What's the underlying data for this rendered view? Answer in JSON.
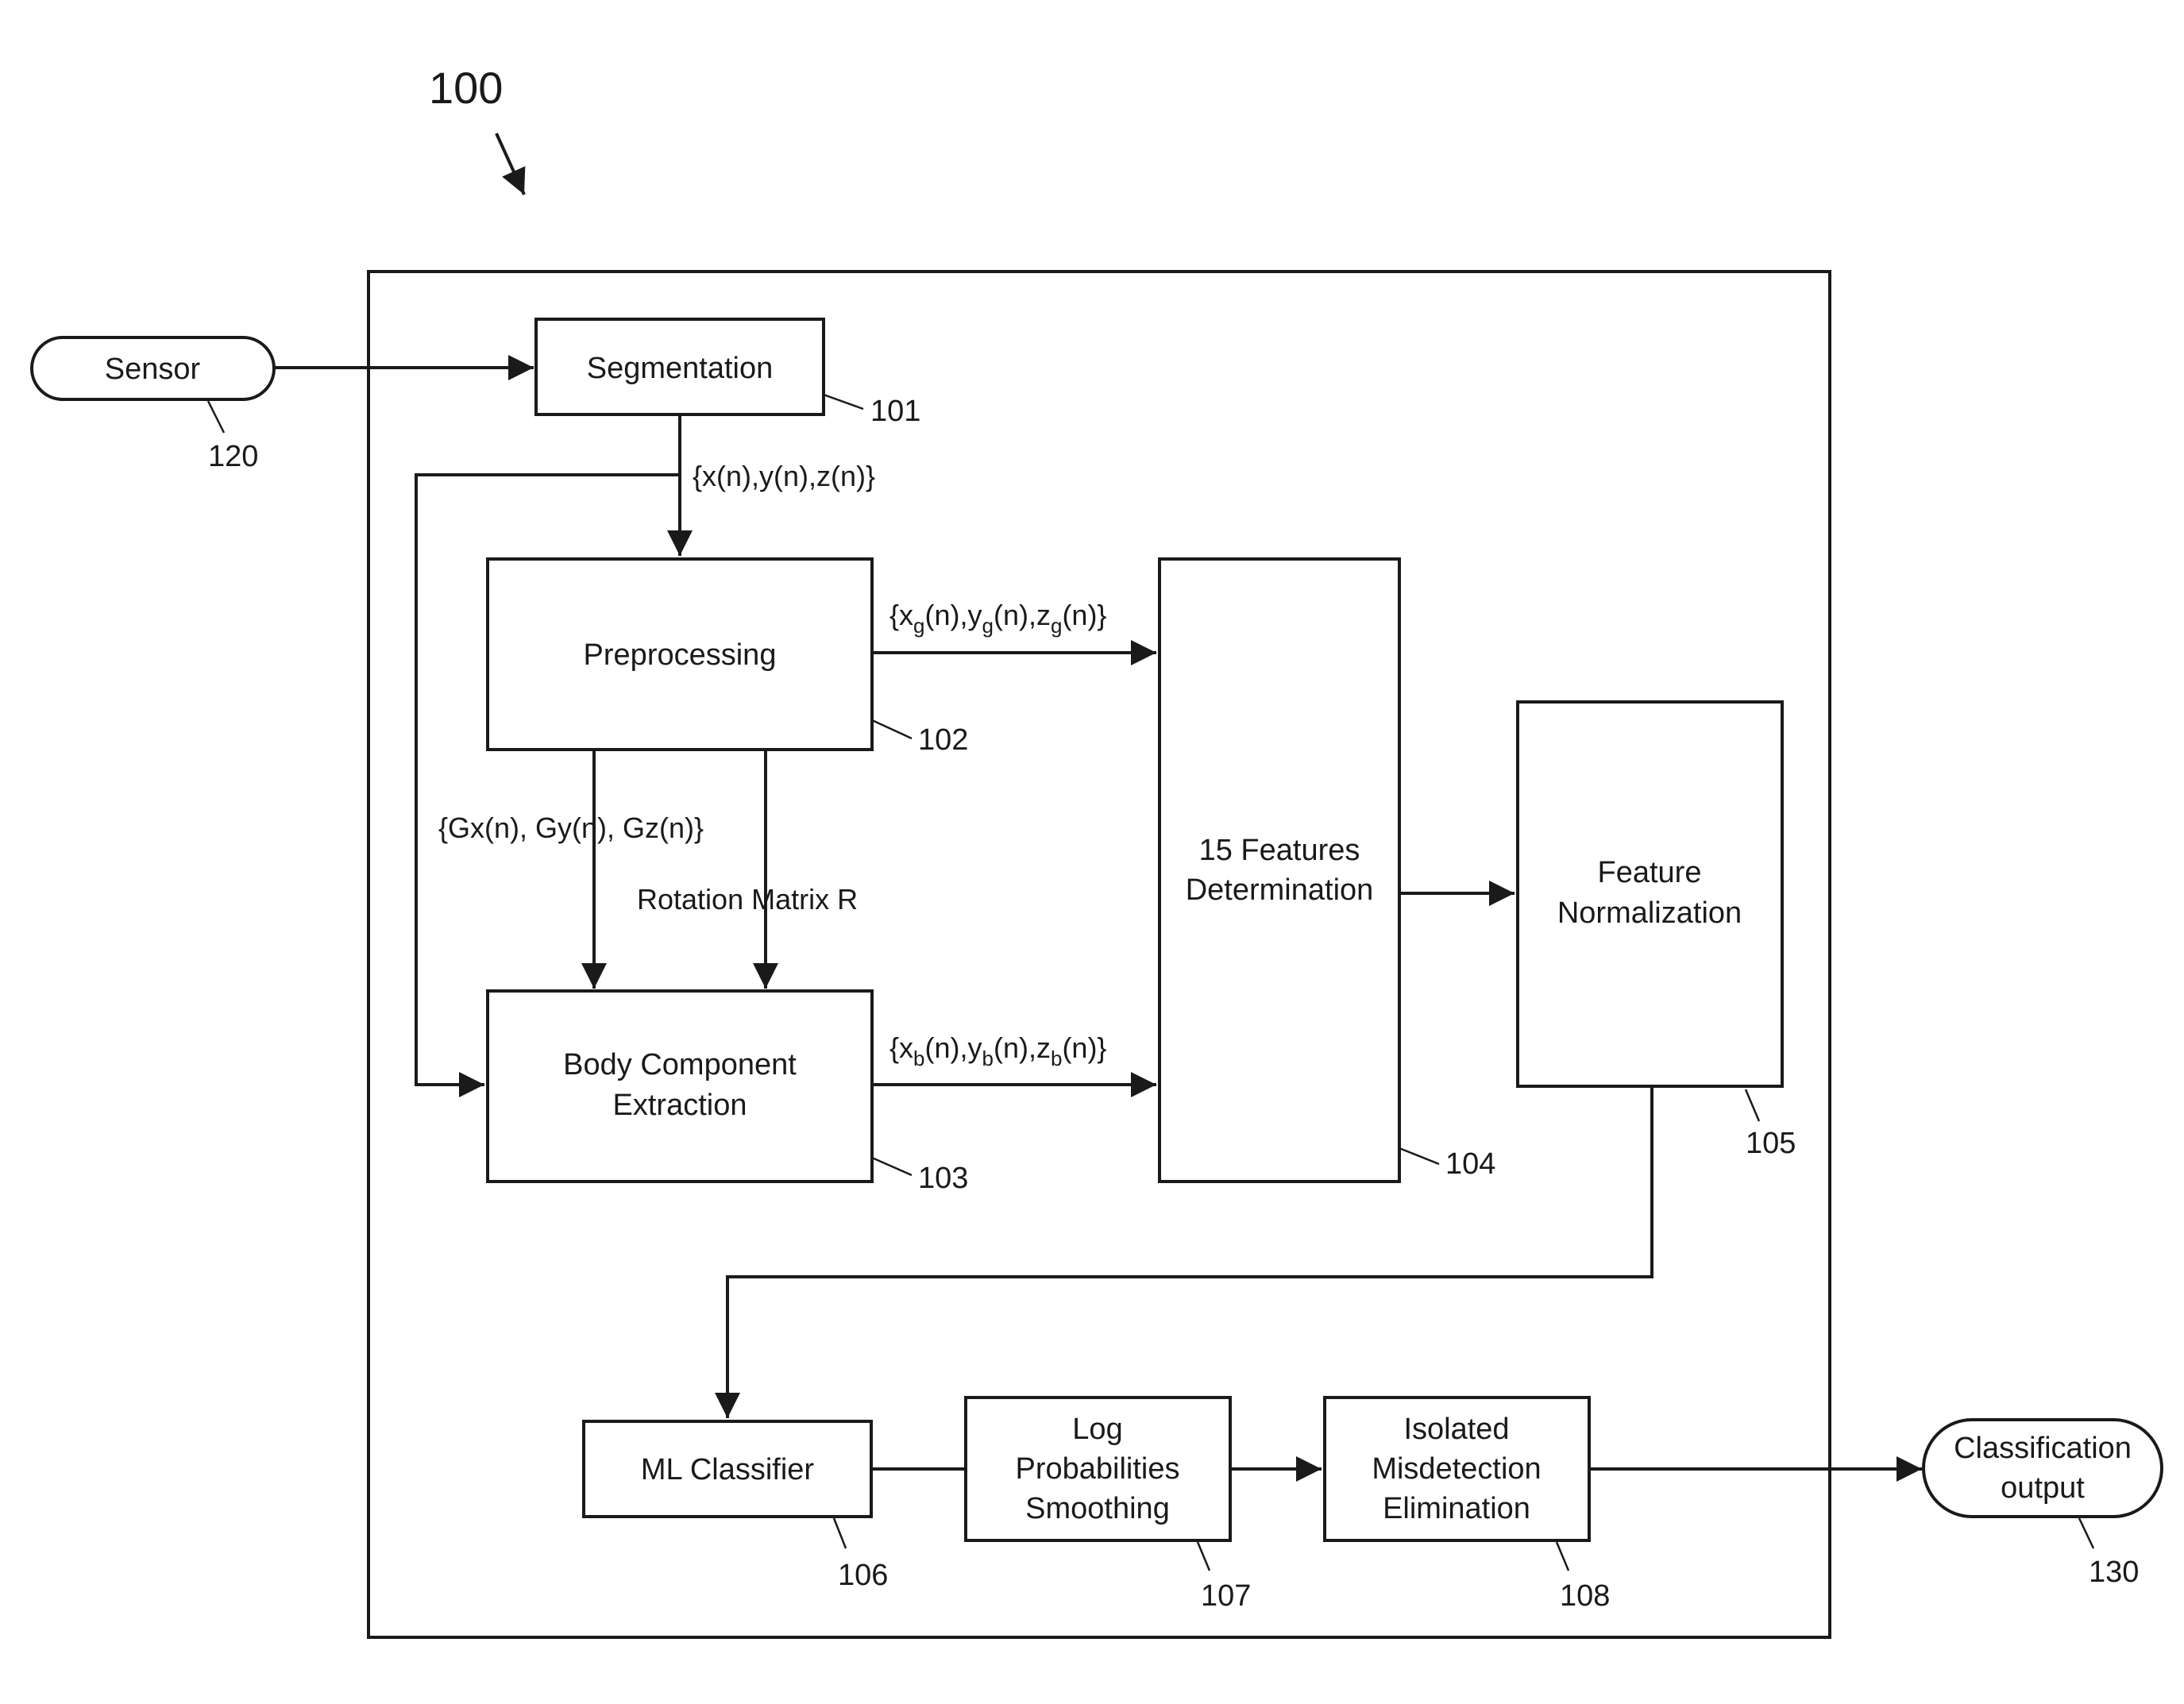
{
  "figure_ref": "100",
  "nodes": {
    "sensor": {
      "label": "Sensor",
      "ref": "120"
    },
    "segmentation": {
      "label": "Segmentation",
      "ref": "101"
    },
    "preprocessing": {
      "label": "Preprocessing",
      "ref": "102"
    },
    "body_component": {
      "line1": "Body Component",
      "line2": "Extraction",
      "ref": "103"
    },
    "features": {
      "line1": "15 Features",
      "line2": "Determination",
      "ref": "104"
    },
    "normalization": {
      "line1": "Feature",
      "line2": "Normalization",
      "ref": "105"
    },
    "ml_classifier": {
      "label": "ML Classifier",
      "ref": "106"
    },
    "smoothing": {
      "line1": "Log",
      "line2": "Probabilities",
      "line3": "Smoothing",
      "ref": "107"
    },
    "misdetection": {
      "line1": "Isolated",
      "line2": "Misdetection",
      "line3": "Elimination",
      "ref": "108"
    },
    "output": {
      "line1": "Classification",
      "line2": "output",
      "ref": "130"
    }
  },
  "signals": {
    "raw": "{x(n),y(n),z(n)}",
    "gravity": {
      "open": "{x",
      "x_sub": "g",
      "a": "(n),y",
      "y_sub": "g",
      "b": "(n),z",
      "z_sub": "g",
      "close": "(n)}"
    },
    "body": {
      "open": "{x",
      "x_sub": "b",
      "a": "(n),y",
      "y_sub": "b",
      "b": "(n),z",
      "z_sub": "b",
      "close": "(n)}"
    },
    "g_components": "{Gx(n), Gy(n), Gz(n)}",
    "rotation": "Rotation Matrix R"
  }
}
